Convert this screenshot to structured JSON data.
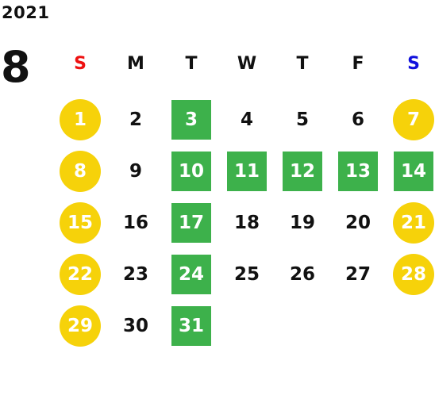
{
  "year": "2021",
  "month": "8",
  "colors": {
    "sunday": "#ee1111",
    "saturday": "#1111dd",
    "holiday_circle": "#f6d20a",
    "green_box": "#3db14b"
  },
  "weekdays": [
    "S",
    "M",
    "T",
    "W",
    "T",
    "F",
    "S"
  ],
  "days": [
    {
      "label": "1",
      "style": "holiday"
    },
    {
      "label": "2",
      "style": "plain"
    },
    {
      "label": "3",
      "style": "green"
    },
    {
      "label": "4",
      "style": "plain"
    },
    {
      "label": "5",
      "style": "plain"
    },
    {
      "label": "6",
      "style": "plain"
    },
    {
      "label": "7",
      "style": "holiday"
    },
    {
      "label": "8",
      "style": "holiday"
    },
    {
      "label": "9",
      "style": "plain"
    },
    {
      "label": "10",
      "style": "green"
    },
    {
      "label": "11",
      "style": "green"
    },
    {
      "label": "12",
      "style": "green"
    },
    {
      "label": "13",
      "style": "green"
    },
    {
      "label": "14",
      "style": "green"
    },
    {
      "label": "15",
      "style": "holiday"
    },
    {
      "label": "16",
      "style": "plain"
    },
    {
      "label": "17",
      "style": "green"
    },
    {
      "label": "18",
      "style": "plain"
    },
    {
      "label": "19",
      "style": "plain"
    },
    {
      "label": "20",
      "style": "plain"
    },
    {
      "label": "21",
      "style": "holiday"
    },
    {
      "label": "22",
      "style": "holiday"
    },
    {
      "label": "23",
      "style": "plain"
    },
    {
      "label": "24",
      "style": "green"
    },
    {
      "label": "25",
      "style": "plain"
    },
    {
      "label": "26",
      "style": "plain"
    },
    {
      "label": "27",
      "style": "plain"
    },
    {
      "label": "28",
      "style": "holiday"
    },
    {
      "label": "29",
      "style": "holiday"
    },
    {
      "label": "30",
      "style": "plain"
    },
    {
      "label": "31",
      "style": "green"
    }
  ]
}
